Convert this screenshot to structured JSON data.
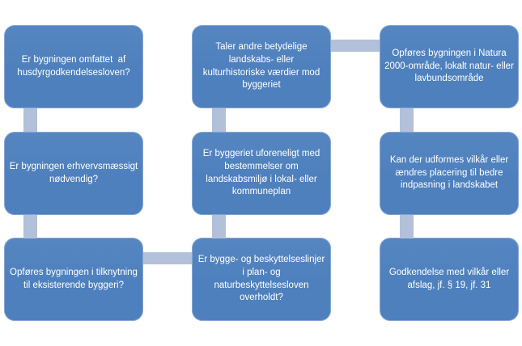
{
  "diagram": {
    "type": "flowchart",
    "language": "da",
    "colors": {
      "background": "#ffffff",
      "node_fill": "#4e80bd",
      "node_fill_light": "#5586c1",
      "node_border": "#86a7d2",
      "node_text": "#ffffff",
      "connector": "#b2c0da"
    },
    "nodes": [
      {
        "id": 1,
        "col": 1,
        "row": 1,
        "text": "Er bygningen omfattet  af husdyrgodkendelsesloven?"
      },
      {
        "id": 2,
        "col": 1,
        "row": 2,
        "text": "Er bygningen erhvervsmæssigt nødvendig?"
      },
      {
        "id": 3,
        "col": 1,
        "row": 3,
        "text": "Opføres bygningen i tilknytning til eksisterende byggeri?"
      },
      {
        "id": 4,
        "col": 2,
        "row": 1,
        "text": "Taler andre betydelige landskabs- eller kulturhistoriske værdier mod byggeriet"
      },
      {
        "id": 5,
        "col": 2,
        "row": 2,
        "text": "Er byggeriet uforeneligt med bestemmelser om landskabsmiljø i lokal- eller kommuneplan"
      },
      {
        "id": 6,
        "col": 2,
        "row": 3,
        "text": "Er bygge- og beskyttelseslinjer i plan- og naturbeskyttelsesloven overholdt?"
      },
      {
        "id": 7,
        "col": 3,
        "row": 1,
        "text": "Opføres bygningen i Natura 2000-område, lokalt natur- eller lavbundsområde"
      },
      {
        "id": 8,
        "col": 3,
        "row": 2,
        "text": "Kan der udformes vilkår eller ændres placering til bedre indpasning i landskabet"
      },
      {
        "id": 9,
        "col": 3,
        "row": 3,
        "text": "Godkendelse med vilkår eller afslag, jf. § 19, jf. 31"
      }
    ],
    "connectors": [
      {
        "from": 1,
        "to": 2,
        "orientation": "vertical"
      },
      {
        "from": 2,
        "to": 3,
        "orientation": "vertical"
      },
      {
        "from": 3,
        "to": 6,
        "orientation": "horizontal"
      },
      {
        "from": 6,
        "to": 5,
        "orientation": "vertical"
      },
      {
        "from": 5,
        "to": 4,
        "orientation": "vertical"
      },
      {
        "from": 4,
        "to": 7,
        "orientation": "horizontal"
      },
      {
        "from": 7,
        "to": 8,
        "orientation": "vertical"
      },
      {
        "from": 8,
        "to": 9,
        "orientation": "vertical"
      }
    ]
  }
}
